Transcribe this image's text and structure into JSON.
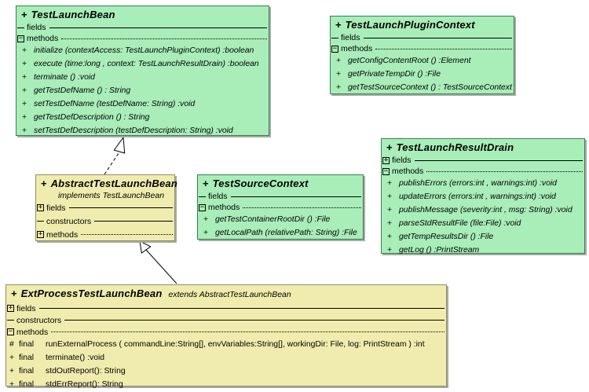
{
  "diagram": {
    "title": "UML class diagram - test launch beans",
    "colors": {
      "interface_fill": "#a9edb8",
      "interface_border": "#35804f",
      "class_fill": "#f0ecae",
      "class_border": "#8f8f62",
      "line_color": "#000000",
      "background": "#ffffff"
    },
    "classes": [
      {
        "id": "TestLaunchBean",
        "prefix": "+",
        "name": "TestLaunchBean",
        "subtitle": "",
        "subtitle_placement": "none",
        "scheme": "green",
        "sections": [
          {
            "icon": "dash",
            "label": "fields",
            "line": "solid",
            "items": []
          },
          {
            "icon": "minus",
            "label": "methods",
            "line": "dotted",
            "items": [
              {
                "prefix": "+",
                "modifier": "",
                "text": "initialize (contextAccess: TestLaunchPluginContext) :boolean"
              },
              {
                "prefix": "+",
                "modifier": "",
                "text": "execute (time:long , context: TestLaunchResultDrain) :boolean"
              },
              {
                "prefix": "+",
                "modifier": "",
                "text": "terminate () :void"
              },
              {
                "prefix": "+",
                "modifier": "",
                "text": "getTestDefName () : String"
              },
              {
                "prefix": "+",
                "modifier": "",
                "text": "setTestDefName (testDefName: String) :void"
              },
              {
                "prefix": "+",
                "modifier": "",
                "text": "getTestDefDescription () : String"
              },
              {
                "prefix": "+",
                "modifier": "",
                "text": "setTestDefDescription (testDefDescription: String) :void"
              }
            ]
          }
        ]
      },
      {
        "id": "TestLaunchPluginContext",
        "prefix": "+",
        "name": "TestLaunchPluginContext",
        "subtitle": "",
        "subtitle_placement": "none",
        "scheme": "green",
        "sections": [
          {
            "icon": "dash",
            "label": "fields",
            "line": "solid",
            "items": []
          },
          {
            "icon": "minus",
            "label": "methods",
            "line": "dotted",
            "items": [
              {
                "prefix": "+",
                "modifier": "",
                "text": "getConfigContentRoot () :Element"
              },
              {
                "prefix": "+",
                "modifier": "",
                "text": "getPrivateTempDir () :File"
              },
              {
                "prefix": "+",
                "modifier": "",
                "text": "getTestSourceContext () : TestSourceContext"
              }
            ]
          }
        ]
      },
      {
        "id": "TestLaunchResultDrain",
        "prefix": "+",
        "name": "TestLaunchResultDrain",
        "subtitle": "",
        "subtitle_placement": "none",
        "scheme": "green",
        "sections": [
          {
            "icon": "plus",
            "label": "fields",
            "line": "solid",
            "items": []
          },
          {
            "icon": "minus",
            "label": "methods",
            "line": "dotted",
            "items": [
              {
                "prefix": "+",
                "modifier": "",
                "text": "publishErrors (errors:int , warnings:int) :void"
              },
              {
                "prefix": "+",
                "modifier": "",
                "text": "updateErrors (errors:int , warnings:int) :void"
              },
              {
                "prefix": "+",
                "modifier": "",
                "text": "publishMessage (severity:int , msg: String) :void"
              },
              {
                "prefix": "+",
                "modifier": "",
                "text": "parseStdResultFile (file:File) :void"
              },
              {
                "prefix": "+",
                "modifier": "",
                "text": "getTempResultsDir () :File"
              },
              {
                "prefix": "+",
                "modifier": "",
                "text": "getLog () :PrintStream"
              }
            ]
          }
        ]
      },
      {
        "id": "AbstractTestLaunchBean",
        "prefix": "+",
        "name": "AbstractTestLaunchBean",
        "subtitle": "implements  TestLaunchBean",
        "subtitle_placement": "below",
        "scheme": "yellow",
        "sections": [
          {
            "icon": "plus",
            "label": "fields",
            "line": "solid",
            "items": []
          },
          {
            "icon": "dash",
            "label": "constructors",
            "line": "solid",
            "items": []
          },
          {
            "icon": "plus",
            "label": "methods",
            "line": "dotted",
            "items": []
          }
        ]
      },
      {
        "id": "TestSourceContext",
        "prefix": "+",
        "name": "TestSourceContext",
        "subtitle": "",
        "subtitle_placement": "none",
        "scheme": "green",
        "sections": [
          {
            "icon": "dash",
            "label": "fields",
            "line": "solid",
            "items": []
          },
          {
            "icon": "minus",
            "label": "methods",
            "line": "dotted",
            "items": [
              {
                "prefix": "+",
                "modifier": "",
                "text": "getTestContainerRootDir () :File"
              },
              {
                "prefix": "+",
                "modifier": "",
                "text": "getLocalPath (relativePath: String) :File"
              }
            ]
          }
        ]
      },
      {
        "id": "ExtProcessTestLaunchBean",
        "prefix": "+",
        "name": "ExtProcessTestLaunchBean",
        "subtitle": "extends  AbstractTestLaunchBean",
        "subtitle_placement": "inline",
        "scheme": "yellow",
        "sections": [
          {
            "icon": "plus",
            "label": "fields",
            "line": "solid",
            "items": []
          },
          {
            "icon": "dash",
            "label": "constructors",
            "line": "solid",
            "items": []
          },
          {
            "icon": "minus",
            "label": "methods",
            "line": "dotted",
            "items": [
              {
                "prefix": "#",
                "modifier": "final",
                "text": "runExternalProcess ( commandLine:String[],  envVariables:String[],  workingDir: File,  log: PrintStream ) :int"
              },
              {
                "prefix": "+",
                "modifier": "final",
                "text": "terminate() :void"
              },
              {
                "prefix": "+",
                "modifier": "final",
                "text": "stdOutReport(): String"
              },
              {
                "prefix": "+",
                "modifier": "final",
                "text": "stdErrReport(): String"
              }
            ]
          }
        ]
      }
    ],
    "relations": [
      {
        "type": "implements",
        "from": "AbstractTestLaunchBean",
        "to": "TestLaunchBean"
      },
      {
        "type": "extends",
        "from": "ExtProcessTestLaunchBean",
        "to": "AbstractTestLaunchBean"
      }
    ],
    "icon_glyphs": {
      "plus": "+",
      "minus": "−"
    }
  }
}
